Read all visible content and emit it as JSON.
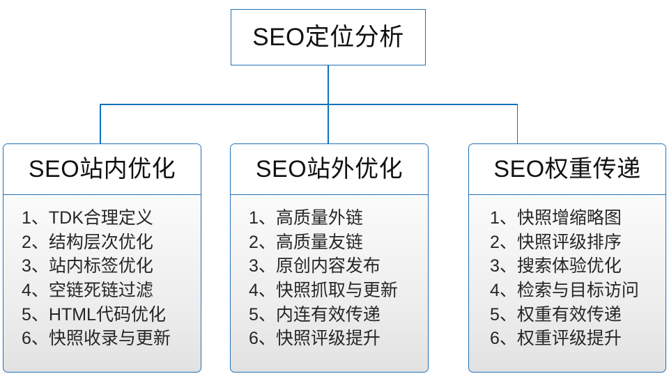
{
  "diagram": {
    "type": "org-tree",
    "accent_color": "#0B72BF",
    "border_color": "#1F6FB8",
    "text_color": "#262626",
    "root": {
      "label": "SEO定位分析"
    },
    "branches": [
      {
        "header": "SEO站内优化",
        "items": [
          "1、TDK合理定义",
          "2、结构层次优化",
          "3、站内标签优化",
          "4、空链死链过滤",
          "5、HTML代码优化",
          "6、快照收录与更新"
        ]
      },
      {
        "header": "SEO站外优化",
        "items": [
          "1、高质量外链",
          "2、高质量友链",
          "3、原创内容发布",
          "4、快照抓取与更新",
          "5、内连有效传递",
          "6、快照评级提升"
        ]
      },
      {
        "header": "SEO权重传递",
        "items": [
          "1、快照增缩略图",
          "2、快照评级排序",
          "3、搜索体验优化",
          "4、检索与目标访问",
          "5、权重有效传递",
          "6、权重评级提升"
        ]
      }
    ]
  }
}
